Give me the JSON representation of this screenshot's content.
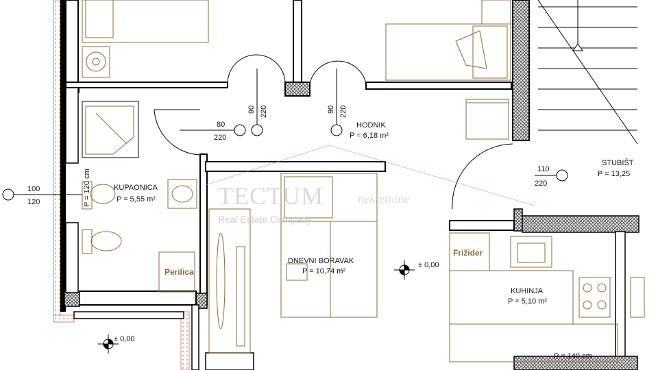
{
  "rooms": {
    "hodnik": {
      "name": "HODNIK",
      "area": "P = 6,18 m²"
    },
    "kupaonica": {
      "name": "KUPAONICA",
      "area": "P = 5,55 m²"
    },
    "dnevni": {
      "name": "DNEVNI BORAVAK",
      "area": "P = 10,74 m²"
    },
    "kuhinja": {
      "name": "KUHINJA",
      "area": "P = 5,10 m²"
    },
    "stubiste": {
      "name": "STUBIŠT",
      "area": "P = 13,25"
    }
  },
  "doors": {
    "d1": {
      "w": "90",
      "h": "220"
    },
    "d2": {
      "w": "90",
      "h": "220"
    },
    "d3": {
      "w": "80",
      "h": "220"
    },
    "d4": {
      "w": "110",
      "h": "220"
    },
    "d5": {
      "w": "100",
      "h": "120"
    }
  },
  "labels": {
    "bath_height": "P = 120 cm",
    "counter_height": "P = 140 cm",
    "level_a": "± 0,00",
    "level_b": "± 0,00",
    "frizider": "Frižider",
    "perilica": "Perilica"
  },
  "watermark": {
    "brand": "TECTUM",
    "brand_sub": "nekretnine",
    "tagline": "Real Estate Company"
  },
  "colors": {
    "wall": "#000000",
    "hatch": "#555555",
    "furniture": "#8a6a3c",
    "brick": "#c0392b"
  }
}
